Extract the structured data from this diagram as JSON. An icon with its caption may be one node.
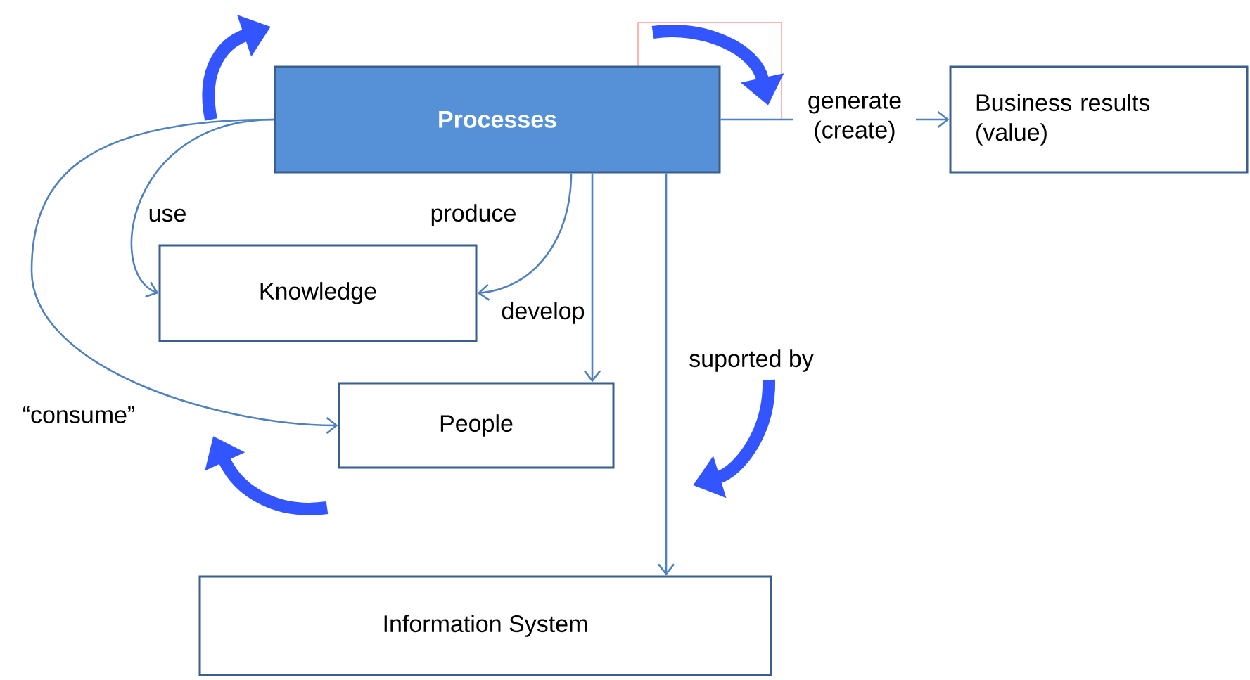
{
  "diagram": {
    "nodes": [
      {
        "text": [
          "Processes"
        ]
      },
      {
        "text": [
          "Business results (value)"
        ]
      },
      {
        "text": [
          "Knowledge"
        ]
      },
      {
        "text": [
          "People"
        ]
      },
      {
        "text": [
          "Information System"
        ]
      }
    ],
    "edges": [
      {
        "from": 0,
        "to": 1,
        "arrow": "to",
        "label": "generate (create)"
      },
      {
        "from": 0,
        "to": 2,
        "arrow": "to",
        "label": "use"
      },
      {
        "from": 0,
        "to": 2,
        "arrow": "to",
        "label": "produce"
      },
      {
        "from": 0,
        "to": 3,
        "arrow": "to",
        "label": "“consume”"
      },
      {
        "from": 0,
        "to": 3,
        "arrow": "to",
        "label": "develop"
      },
      {
        "from": 0,
        "to": 4,
        "arrow": "to",
        "label": "suported by"
      }
    ]
  }
}
